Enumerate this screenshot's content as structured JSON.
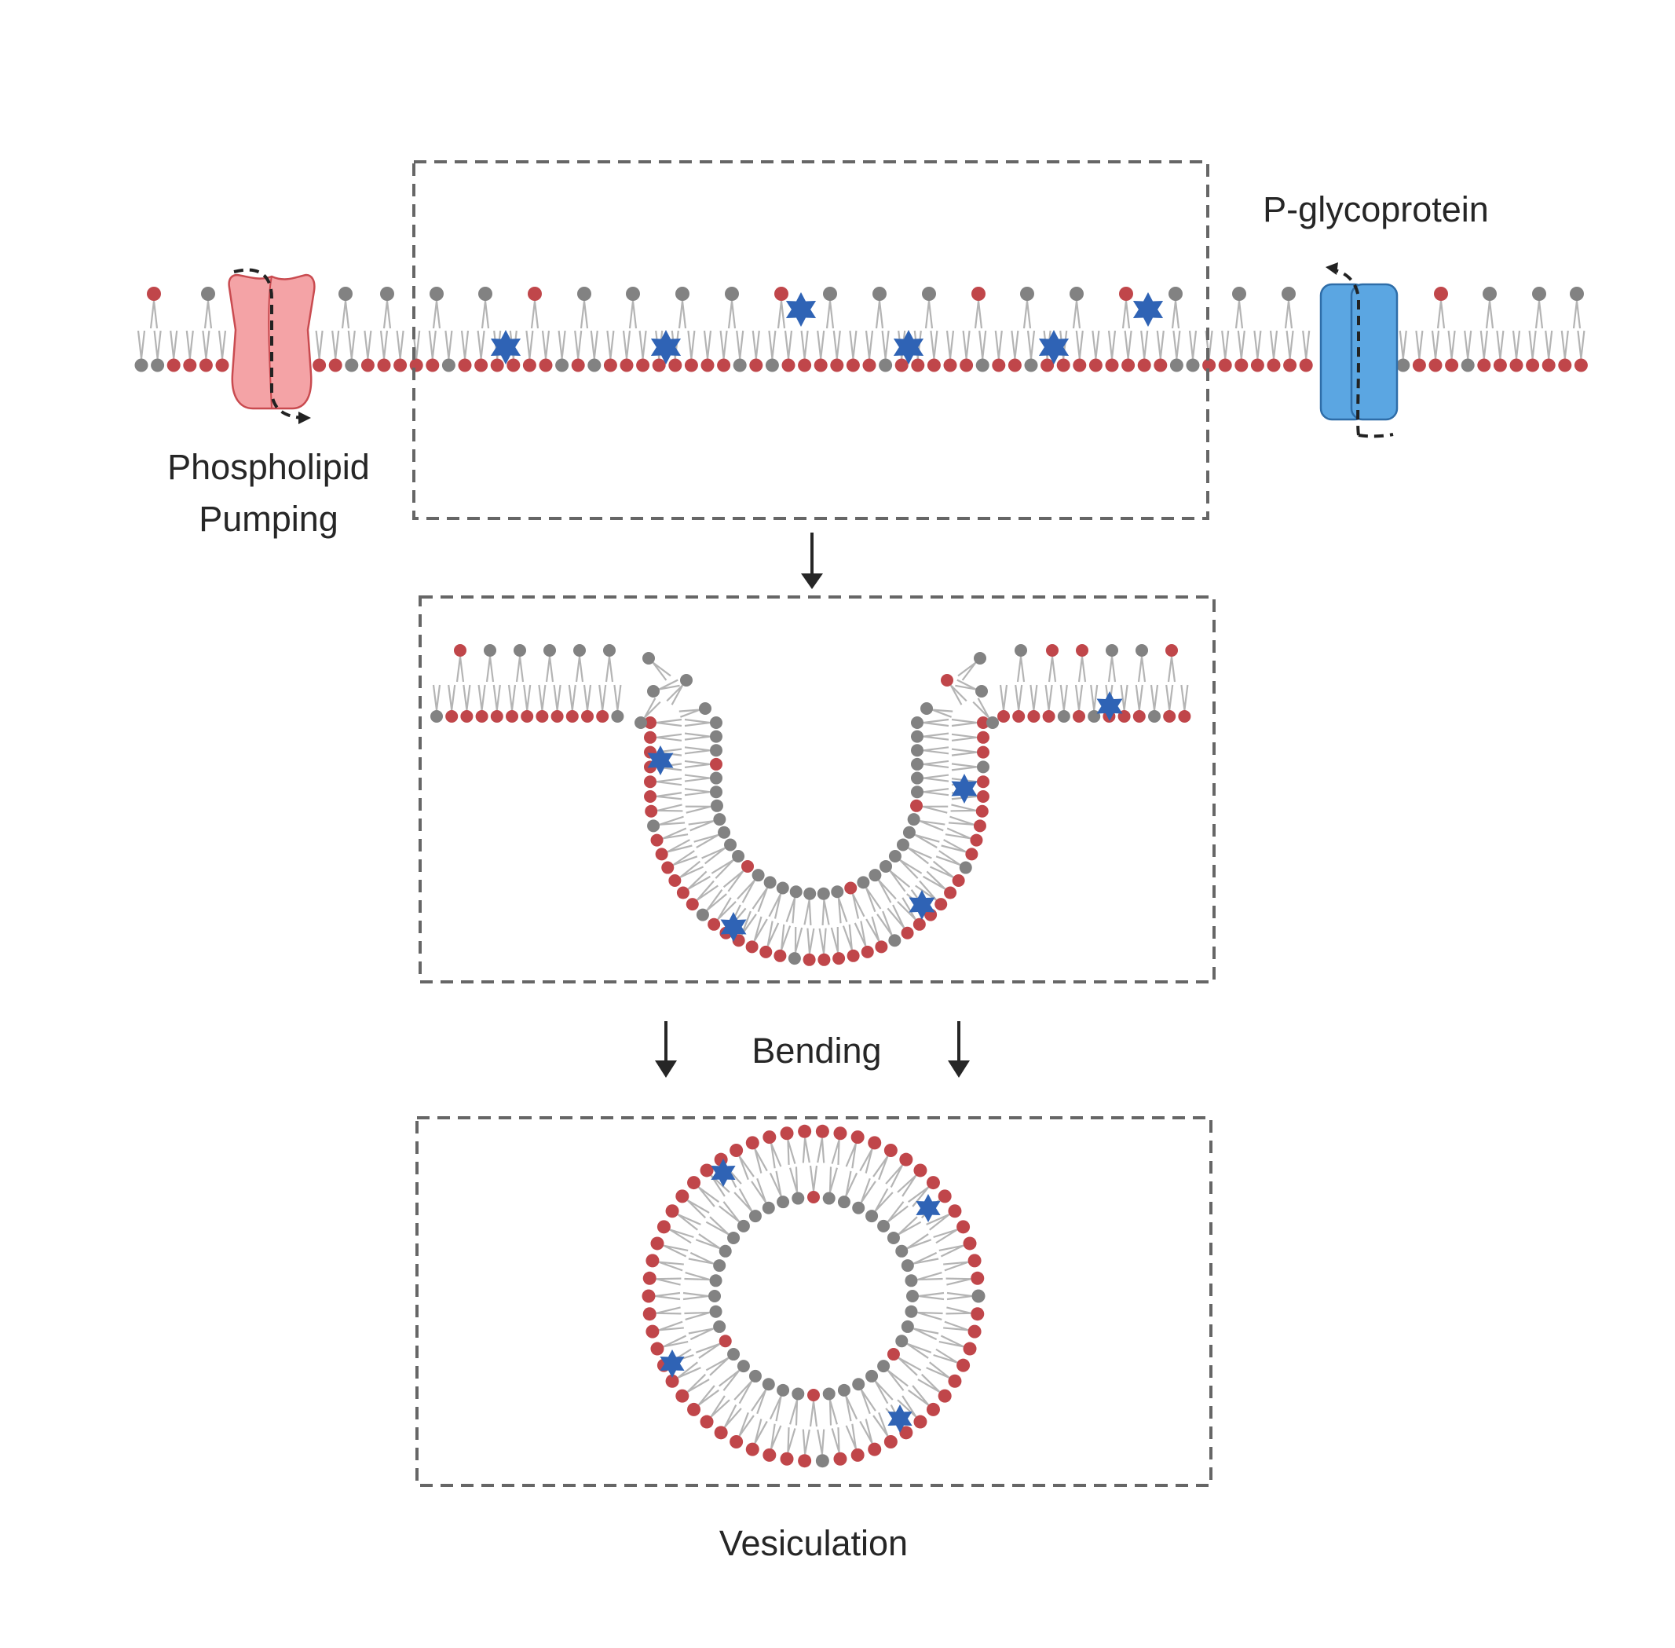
{
  "labels": {
    "phospholipid_pumping_line1": "Phospholipid",
    "phospholipid_pumping_line2": "Pumping",
    "p_glycoprotein": "P-glycoprotein",
    "bending": "Bending",
    "vesiculation": "Vesiculation"
  },
  "colors": {
    "lipid_head_red": "#c0464a",
    "lipid_head_gray": "#828282",
    "lipid_tail": "#b4b4b4",
    "star_blue": "#2f63b5",
    "pump_red": "#f4a3a6",
    "pump_red_outline": "#c94b50",
    "pgp_blue": "#5ba6e2",
    "pgp_blue_outline": "#2e6da8",
    "frame_dashed": "#666666",
    "arrow": "#262626"
  },
  "icons": {
    "flippase": "pump-protein-icon",
    "p_glycoprotein": "transporter-protein-icon",
    "marker": "star-icon"
  }
}
